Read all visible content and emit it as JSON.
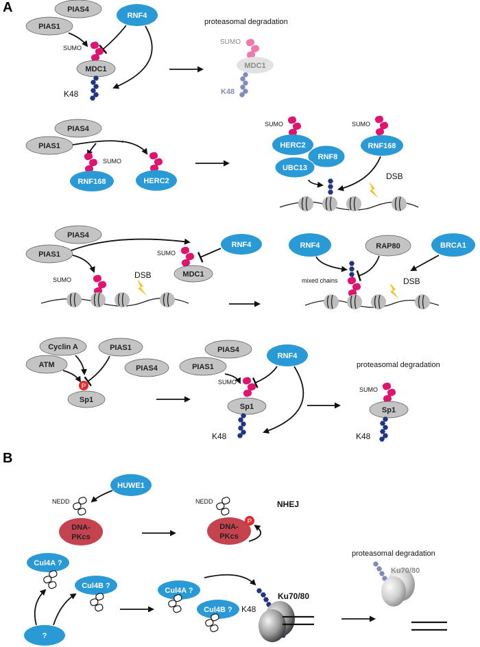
{
  "panels": {
    "a": "A",
    "b": "B"
  },
  "row1": {
    "pias4": "PIAS4",
    "pias1": "PIAS1",
    "rnf4": "RNF4",
    "sumo": "SUMO",
    "mdc1": "MDC1",
    "k48": "K48",
    "outcome": "proteasomal degradation",
    "sumo_faded": "SUMO",
    "mdc1_faded": "MDC1",
    "k48_faded": "K48"
  },
  "row2": {
    "pias4": "PIAS4",
    "pias1": "PIAS1",
    "sumo_mid": "SUMO",
    "rnf168": "RNF168",
    "herc2": "HERC2",
    "sumo_a": "SUMO",
    "herc2_b": "HERC2",
    "rnf8": "RNF8",
    "ubc13": "UBC13",
    "sumo_b": "SUMO",
    "rnf168_b": "RNF168",
    "dsb": "DSB"
  },
  "row3": {
    "pias4": "PIAS4",
    "pias1": "PIAS1",
    "sumo_mdc1": "SUMO",
    "mdc1": "MDC1",
    "rnf4": "RNF4",
    "sumo_chr": "SUMO",
    "dsb": "DSB",
    "rnf4_b": "RNF4",
    "rap80": "RAP80",
    "brca1": "BRCA1",
    "mixed": "mixed chains",
    "dsb_b": "DSB"
  },
  "row4": {
    "cyclin": "Cyclin A",
    "atm": "ATM",
    "pias1": "PIAS1",
    "pias4": "PIAS4",
    "p": "P",
    "sp1": "Sp1",
    "pias4_b": "PIAS4",
    "pias1_b": "PIAS1",
    "rnf4": "RNF4",
    "sumo_b": "SUMO",
    "sp1_b": "Sp1",
    "k48_b": "K48",
    "outcome": "proteasomal degradation",
    "sumo_c": "SUMO",
    "sp1_c": "Sp1",
    "k48_c": "K48"
  },
  "b_row1": {
    "huwe1": "HUWE1",
    "nedd": "NEDD",
    "dnapk_1": "DNA-",
    "dnapk_2": "PKcs",
    "nedd_b": "NEDD",
    "dnapk_b1": "DNA-",
    "dnapk_b2": "PKcs",
    "p": "P",
    "nhej": "NHEJ"
  },
  "b_row2": {
    "cul4a": "Cul4A ?",
    "cul4b": "Cul4B ?",
    "unknown": "?",
    "cul4a_b": "Cul4A ?",
    "cul4b_b": "Cul4B ?",
    "k48": "K48",
    "ku": "Ku70/80",
    "outcome": "proteasomal degradation",
    "ku_faded": "Ku70/80"
  },
  "colors": {
    "blue": "#2a9ad6",
    "gray": "#c4c4c4",
    "sumo_pink": "#e0136e",
    "k48_navy": "#1f3487",
    "red_dnapk": "#c5424f",
    "bolt": "#f0c419"
  }
}
